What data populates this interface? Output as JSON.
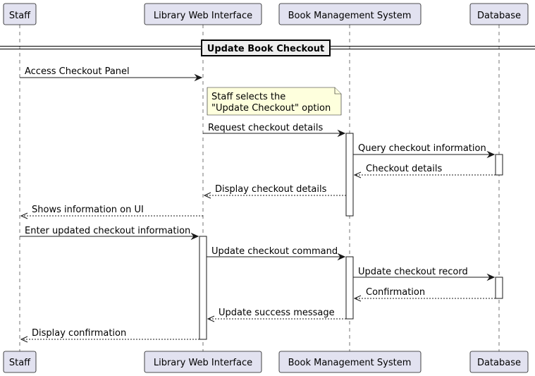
{
  "participants": [
    {
      "id": "staff",
      "label": "Staff"
    },
    {
      "id": "web",
      "label": "Library Web Interface"
    },
    {
      "id": "bms",
      "label": "Book Management System"
    },
    {
      "id": "db",
      "label": "Database"
    }
  ],
  "divider": {
    "label": "Update Book Checkout"
  },
  "note": {
    "lines": [
      "Staff selects the",
      "\"Update Checkout\" option"
    ]
  },
  "messages": [
    {
      "from": "staff",
      "to": "web",
      "label": "Access Checkout Panel",
      "style": "solid"
    },
    {
      "from": "web",
      "to": "bms",
      "label": "Request checkout details",
      "style": "solid"
    },
    {
      "from": "bms",
      "to": "db",
      "label": "Query checkout information",
      "style": "solid"
    },
    {
      "from": "db",
      "to": "bms",
      "label": "Checkout details",
      "style": "dashed"
    },
    {
      "from": "bms",
      "to": "web",
      "label": "Display checkout details",
      "style": "dashed"
    },
    {
      "from": "web",
      "to": "staff",
      "label": "Shows information on UI",
      "style": "dashed"
    },
    {
      "from": "staff",
      "to": "web",
      "label": "Enter updated checkout information",
      "style": "solid"
    },
    {
      "from": "web",
      "to": "bms",
      "label": "Update checkout command",
      "style": "solid"
    },
    {
      "from": "bms",
      "to": "db",
      "label": "Update checkout record",
      "style": "solid"
    },
    {
      "from": "db",
      "to": "bms",
      "label": "Confirmation",
      "style": "dashed"
    },
    {
      "from": "bms",
      "to": "web",
      "label": "Update success message",
      "style": "dashed"
    },
    {
      "from": "web",
      "to": "staff",
      "label": "Display confirmation",
      "style": "dashed"
    }
  ]
}
